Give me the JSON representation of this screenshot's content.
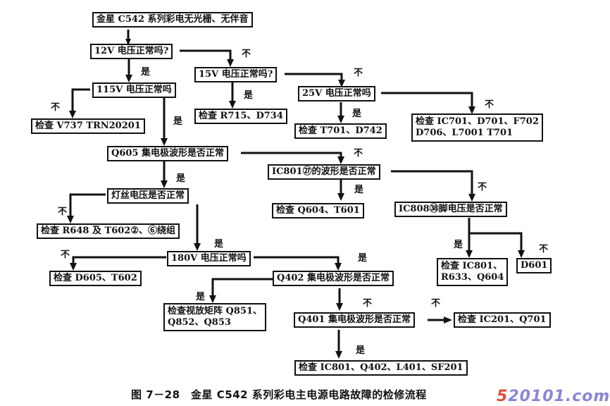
{
  "nodes": {
    "start": "金星 C542 系列彩电无光栅、无伴音",
    "v12": "12V 电压正常吗?",
    "v15": "15V 电压正常吗?",
    "v115": "115V 电压正常吗",
    "v25": "25V 电压正常吗",
    "chk_v737": "检查 V737 TRN20201",
    "chk_r715": "检查 R715、D734",
    "chk_t701": "检查 T701、D742",
    "chk_ic701_l1": "检查 IC701、D701、F702",
    "chk_ic701_l2": "D706、L7001 T701",
    "q605": "Q605 集电极波形是否正常",
    "ic801": "IC801㉗的波形是否正常",
    "filament": "灯丝电压是否正常",
    "chk_q604": "检查 Q604、T601",
    "ic808": "IC808㊳脚电压是否正常",
    "chk_r648": "检查 R648 及 T602②、⑥绕组",
    "v180": "180V 电压正常吗",
    "chk_d605": "检查 D605、T602",
    "chk_ic801_l1": "检查 IC801、",
    "chk_ic801_l2": "R633、Q604",
    "d601": "D601",
    "q402": "Q402 集电极波形是否正常",
    "chk_matrix_l1": "检查视放矩阵 Q851、",
    "chk_matrix_l2": "Q852、Q853",
    "q401": "Q401 集电极波形是否正常",
    "chk_ic201": "检查 IC201、Q701",
    "chk_final": "检查 IC801、Q402、L401、SF201"
  },
  "labels": {
    "yes": "是",
    "no": "不"
  },
  "caption": "图 7－28　金星 C542 系列彩电主电源电路故障的检修流程",
  "watermark": {
    "first": "5",
    "rest": "20101.com",
    "colors": {
      "first": "#e04a3a",
      "rest": "#8a86d6"
    }
  }
}
